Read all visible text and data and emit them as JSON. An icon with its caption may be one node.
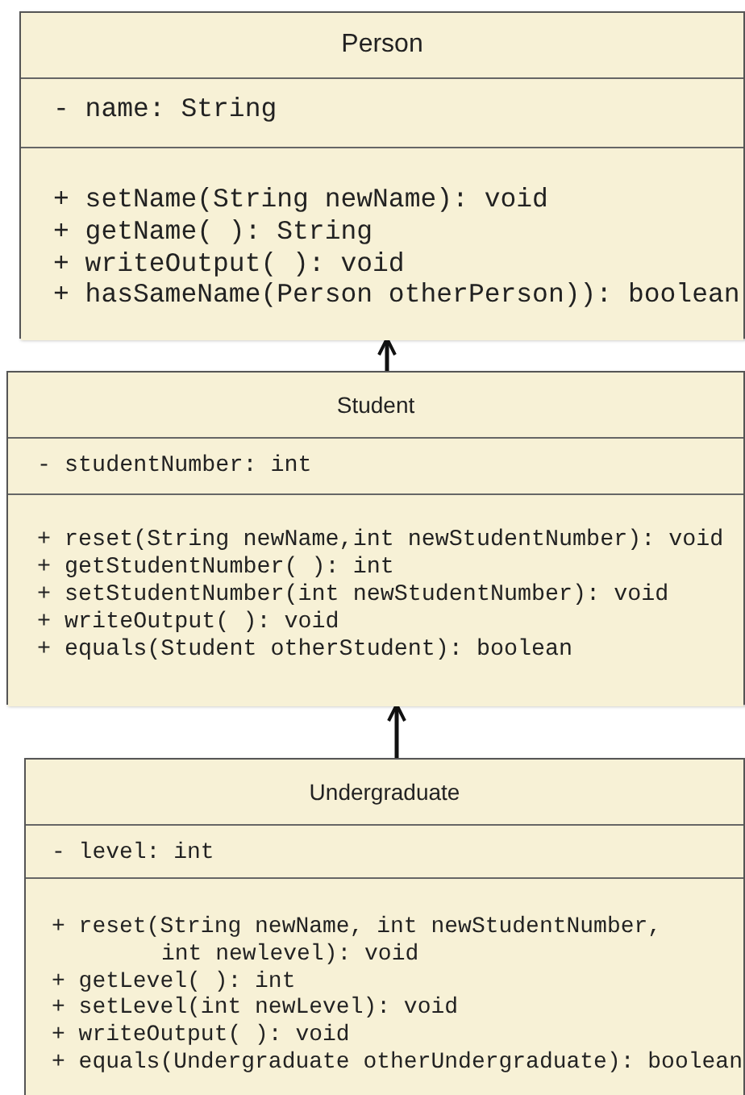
{
  "diagram": {
    "nodes": [
      {
        "text": [
          "Person"
        ]
      },
      {
        "text": [
          "- name: String"
        ],
        "in": 0
      },
      {
        "text": [
          "+ setName(String newName): void",
          "+ getName( ): String",
          "+ writeOutput( ): void",
          "+ hasSameName(Person otherPerson)): boolean"
        ],
        "in": 0
      },
      {
        "text": [
          "Student"
        ]
      },
      {
        "text": [
          "- studentNumber: int"
        ],
        "in": 3
      },
      {
        "text": [
          "+ reset(String newName,int newStudentNumber): void",
          "+ getStudentNumber( ): int",
          "+ setStudentNumber(int newStudentNumber): void",
          "+ writeOutput( ): void",
          "+ equals(Student otherStudent): boolean"
        ],
        "in": 3
      },
      {
        "text": [
          "Undergraduate"
        ]
      },
      {
        "text": [
          "- level: int"
        ],
        "in": 6
      },
      {
        "text": [
          "+ reset(String newName, int newStudentNumber, int newlevel): void",
          "+ getLevel( ): int",
          "+ setLevel(int newLevel): void",
          "+ writeOutput( ): void",
          "+ equals(Undergraduate otherUndergraduate): boolean"
        ],
        "in": 6
      }
    ],
    "edges": [
      {
        "from": 3,
        "to": 0,
        "arrow": "to"
      },
      {
        "from": 6,
        "to": 3,
        "arrow": "to"
      }
    ]
  }
}
